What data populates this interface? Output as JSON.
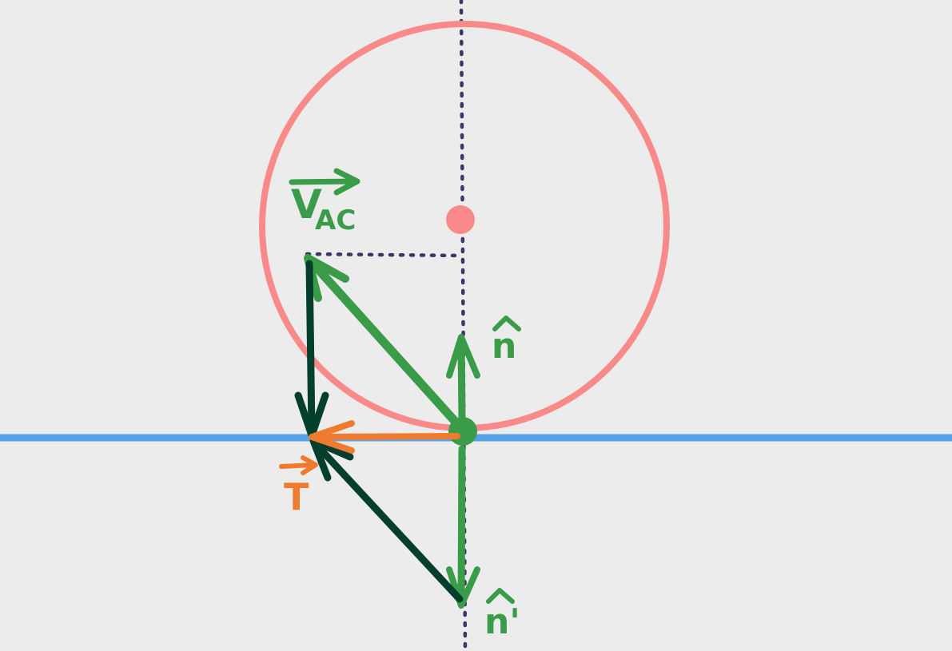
{
  "colors": {
    "background": "#ececec",
    "circle": "#f98a8a",
    "center_dot": "#f98a8a",
    "surface_line": "#5aa2e8",
    "guide_dots": "#3d3566",
    "green": "#3a9b48",
    "dark_green": "#033f2c",
    "orange": "#f07a2e"
  },
  "labels": {
    "v_ac": "V",
    "v_ac_sub": "AC",
    "n_hat": "n",
    "n_prime": "n'",
    "t_vec": "T"
  }
}
